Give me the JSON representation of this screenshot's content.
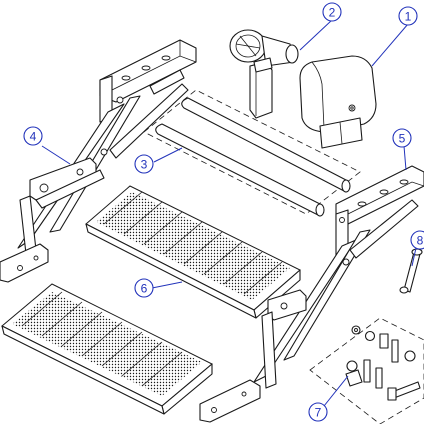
{
  "callouts": [
    {
      "label": "1",
      "part": "step-motor-cover"
    },
    {
      "label": "2",
      "part": "drive-motor"
    },
    {
      "label": "3",
      "part": "connecting-tubes"
    },
    {
      "label": "4",
      "part": "left-linkage-frame"
    },
    {
      "label": "5",
      "part": "right-linkage-frame"
    },
    {
      "label": "6",
      "part": "step-treads"
    },
    {
      "label": "7",
      "part": "fastener-kit"
    },
    {
      "label": "8",
      "part": "pivot-pin"
    }
  ],
  "colors": {
    "callout": "#2233bb",
    "line": "#1a1a1a",
    "background": "#ffffff"
  }
}
